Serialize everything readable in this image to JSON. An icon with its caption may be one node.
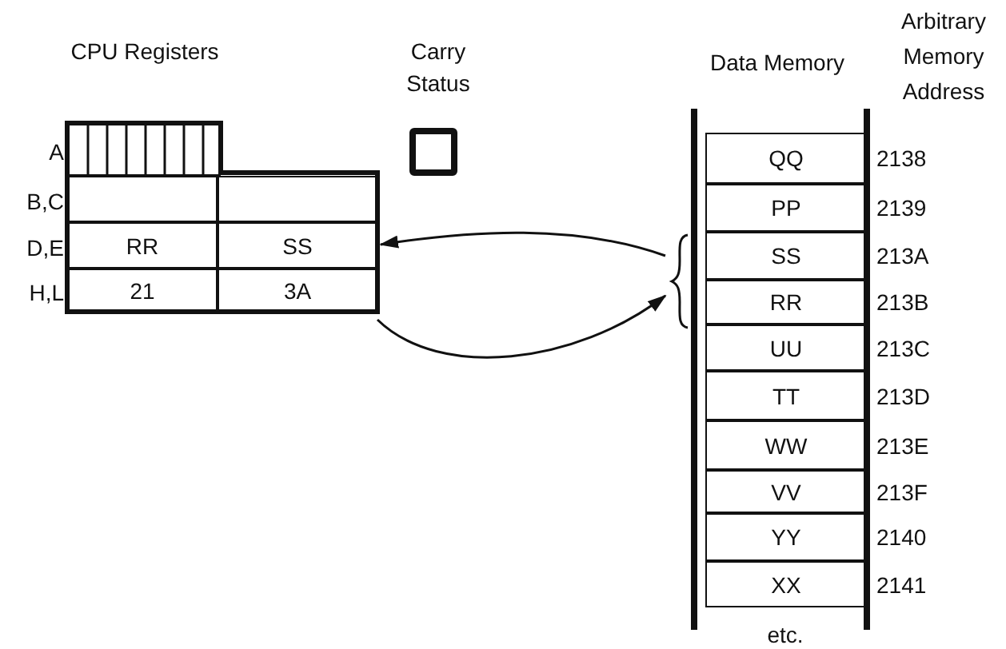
{
  "diagram": {
    "nodes": [
      {
        "text": [
          "CPU Registers"
        ]
      },
      {
        "text": [],
        "shape": "box",
        "in": 0
      },
      {
        "text": [],
        "shape": "box",
        "in": 0
      },
      {
        "text": [],
        "shape": "box",
        "in": 0
      },
      {
        "text": [
          "RR"
        ],
        "in": 0
      },
      {
        "text": [
          "SS"
        ],
        "in": 0
      },
      {
        "text": [
          "21"
        ],
        "in": 0
      },
      {
        "text": [
          "3A"
        ],
        "in": 0
      },
      {
        "text": [
          "Carry Status"
        ]
      },
      {
        "text": [
          "Data Memory"
        ]
      },
      {
        "text": [
          "QQ"
        ],
        "in": 9,
        "beside": [
          "2138"
        ]
      },
      {
        "text": [
          "PP"
        ],
        "in": 9,
        "beside": [
          "2139"
        ]
      },
      {
        "text": [
          "SS"
        ],
        "in": 9,
        "beside": [
          "213A"
        ]
      },
      {
        "text": [
          "RR"
        ],
        "in": 9,
        "beside": [
          "213B"
        ]
      },
      {
        "text": [
          "UU"
        ],
        "in": 9,
        "beside": [
          "213C"
        ]
      },
      {
        "text": [
          "TT"
        ],
        "in": 9,
        "beside": [
          "213D"
        ]
      },
      {
        "text": [
          "WW"
        ],
        "in": 9,
        "beside": [
          "213E"
        ]
      },
      {
        "text": [
          "VV"
        ],
        "in": 9,
        "beside": [
          "213F"
        ]
      },
      {
        "text": [
          "YY"
        ],
        "in": 9,
        "beside": [
          "2140"
        ]
      },
      {
        "text": [
          "XX"
        ],
        "in": 9,
        "beside": [
          "2141"
        ]
      },
      {
        "text": [],
        "shape": "brace"
      }
    ],
    "edges": [
      {
        "from": 7,
        "to": 20,
        "arrow": "to"
      },
      {
        "from": 20,
        "to": 5,
        "arrow": "to"
      }
    ],
    "labels": [
      "Arbitrary Memory Address",
      "A",
      "B,C",
      "D,E",
      "H,L",
      "etc."
    ]
  }
}
